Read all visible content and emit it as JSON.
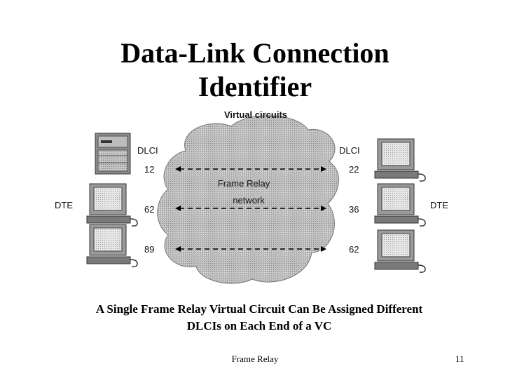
{
  "slide": {
    "title_line1": "Data-Link Connection",
    "title_line2": "Identifier",
    "caption_line1": "A Single Frame Relay Virtual Circuit Can Be Assigned Different",
    "caption_line2": "DLCIs on Each End of a VC",
    "footer": "Frame Relay",
    "page_number": "11"
  },
  "diagram": {
    "virtual_circuits_label": "Virtual circuits",
    "cloud_label_line1": "Frame Relay",
    "cloud_label_line2": "network",
    "left_dlci_header": "DLCI",
    "right_dlci_header": "DLCI",
    "left_dte_label": "DTE",
    "right_dte_label": "DTE",
    "left_dlcis": [
      "12",
      "62",
      "89"
    ],
    "right_dlcis": [
      "22",
      "36",
      "62"
    ]
  }
}
